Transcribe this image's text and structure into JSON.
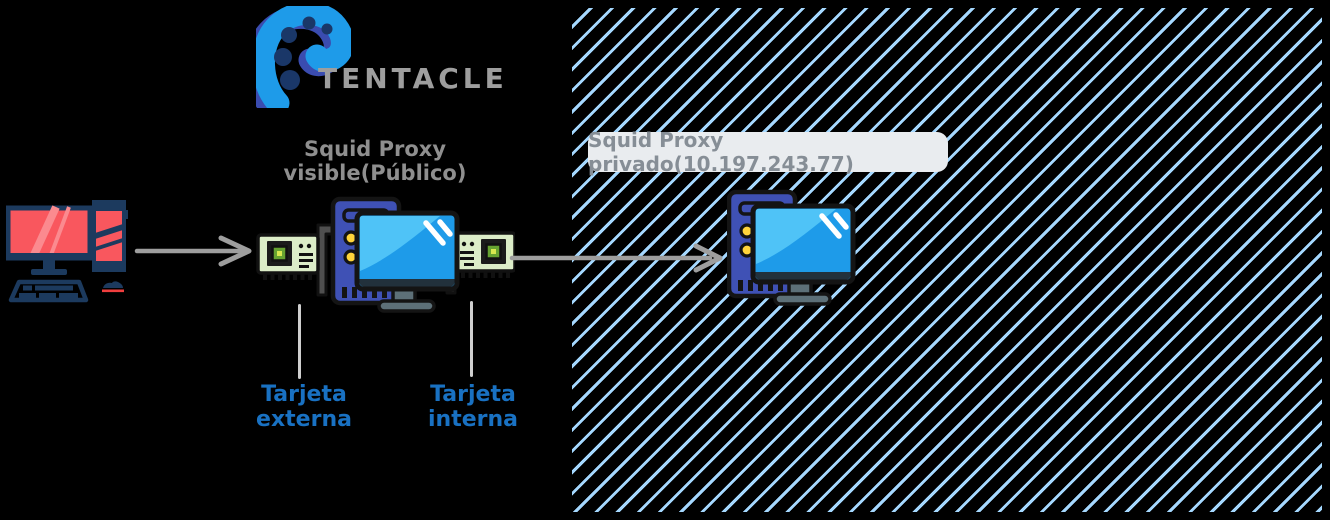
{
  "diagram": {
    "background_color": "#000000",
    "logo": {
      "brand": "TENTACLE",
      "icon": "tentacle-icon",
      "text_color": "#9E9E9E",
      "icon_colors": {
        "body": "#1E9BE9",
        "shadow": "#3A4CB0",
        "suckers": "#1A3768"
      }
    },
    "client": {
      "icon": "desktop-workstation-icon"
    },
    "public_proxy": {
      "title": "Squid Proxy visible(Público)",
      "title_color": "#8F8F8F",
      "icon": "proxy-desktop-icon",
      "nic_icons": [
        "external-nic-icon",
        "internal-nic-icon"
      ],
      "nic_labels": {
        "external": "Tarjeta externa",
        "internal": "Tarjeta interna"
      },
      "nic_label_color": "#1971C2"
    },
    "private_zone": {
      "label": "Squid Proxy privado(10.197.243.77)",
      "label_bg": "#E9ECEF",
      "label_color": "#868E96",
      "hatch_color": "#A5D8FF",
      "icon": "private-proxy-desktop-icon"
    },
    "arrows": {
      "color": "#9E9E9E",
      "flow": "client → public proxy → private proxy"
    }
  }
}
